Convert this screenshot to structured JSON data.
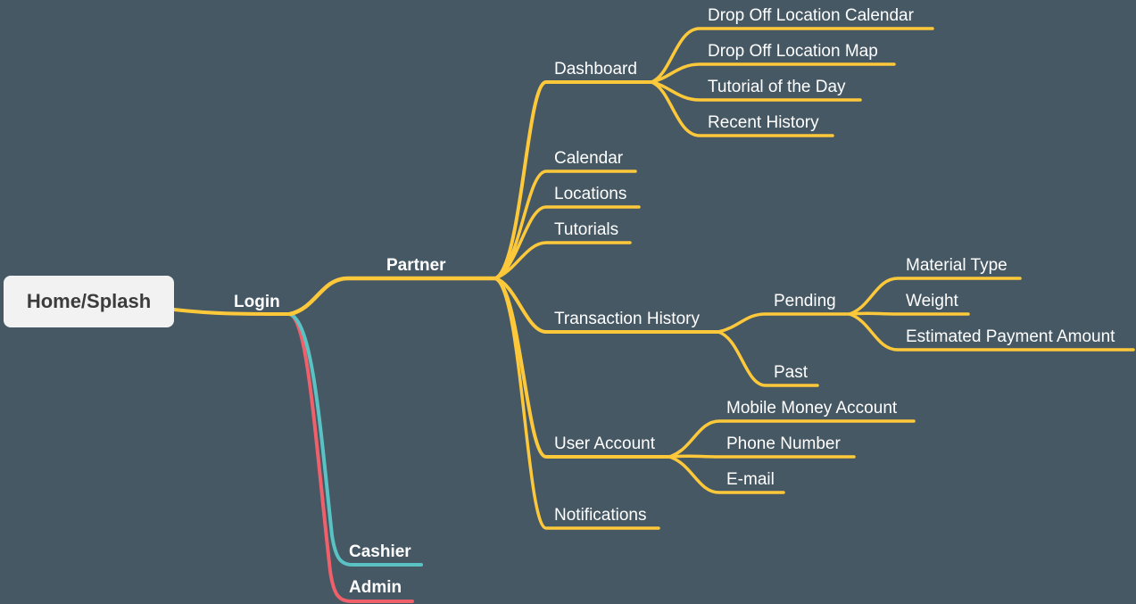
{
  "colors": {
    "background": "#465864",
    "branch_partner": "#fdc93b",
    "branch_cashier": "#5bc2c4",
    "branch_admin": "#f0606a",
    "root_fill": "#f2f2f2",
    "root_text": "#3c3c3c",
    "label_text": "#ffffff"
  },
  "root": {
    "label": "Home/Splash"
  },
  "login": {
    "label": "Login"
  },
  "partner": {
    "label": "Partner",
    "dashboard": {
      "label": "Dashboard",
      "children": [
        "Drop Off Location Calendar",
        "Drop Off Location Map",
        "Tutorial of the Day",
        "Recent History"
      ]
    },
    "calendar": "Calendar",
    "locations": "Locations",
    "tutorials": "Tutorials",
    "transaction_history": {
      "label": "Transaction History",
      "pending": {
        "label": "Pending",
        "children": [
          "Material Type",
          "Weight",
          "Estimated Payment Amount"
        ]
      },
      "past": "Past"
    },
    "user_account": {
      "label": "User Account",
      "children": [
        "Mobile Money Account",
        "Phone Number",
        "E-mail"
      ]
    },
    "notifications": "Notifications"
  },
  "cashier": {
    "label": "Cashier"
  },
  "admin": {
    "label": "Admin"
  }
}
